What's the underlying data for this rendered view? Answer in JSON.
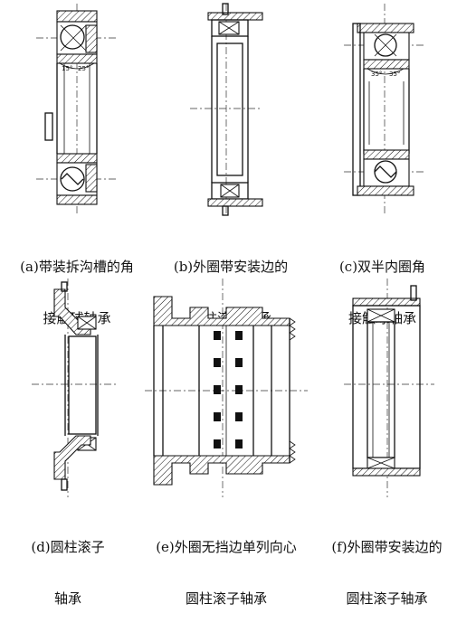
{
  "figures": [
    {
      "id": "a",
      "caption_line1": "(a)带装拆沟槽的角",
      "caption_line2": "接触球轴承",
      "angle_left": "15°",
      "angle_right": "25°"
    },
    {
      "id": "b",
      "caption_line1": "(b)外圈带安装边的",
      "caption_line2": "圆柱滚子轴承"
    },
    {
      "id": "c",
      "caption_line1": "(c)双半内圈角",
      "caption_line2": "接触球轴承",
      "angle_left": "35°",
      "angle_right": "35°"
    },
    {
      "id": "d",
      "caption_line1": "(d)圆柱滚子",
      "caption_line2": "轴承"
    },
    {
      "id": "e",
      "caption_line1": "(e)外圈无挡边单列向心",
      "caption_line2": "圆柱滚子轴承"
    },
    {
      "id": "f",
      "caption_line1": "(f)外圈带安装边的",
      "caption_line2": "圆柱滚子轴承"
    }
  ]
}
